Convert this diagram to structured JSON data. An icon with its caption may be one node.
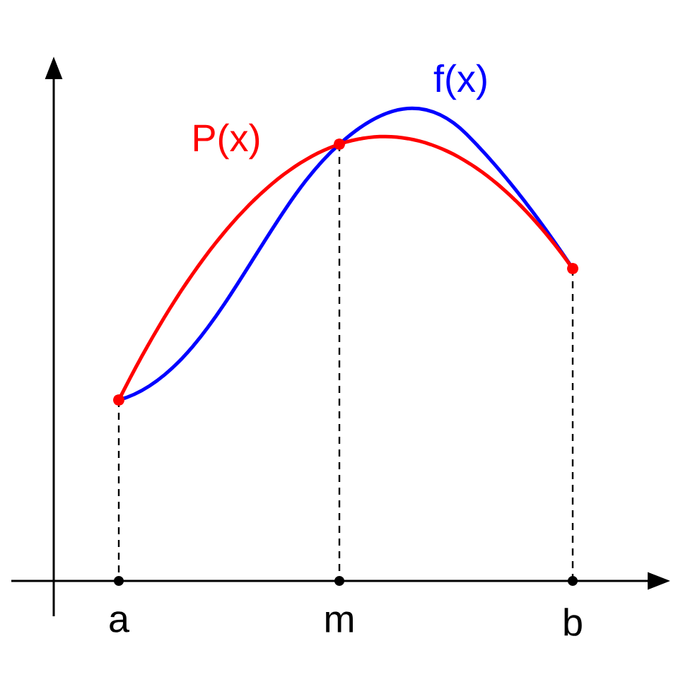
{
  "diagram": {
    "labels": [
      "f(x)",
      "P(x)",
      "a",
      "m",
      "b"
    ]
  }
}
